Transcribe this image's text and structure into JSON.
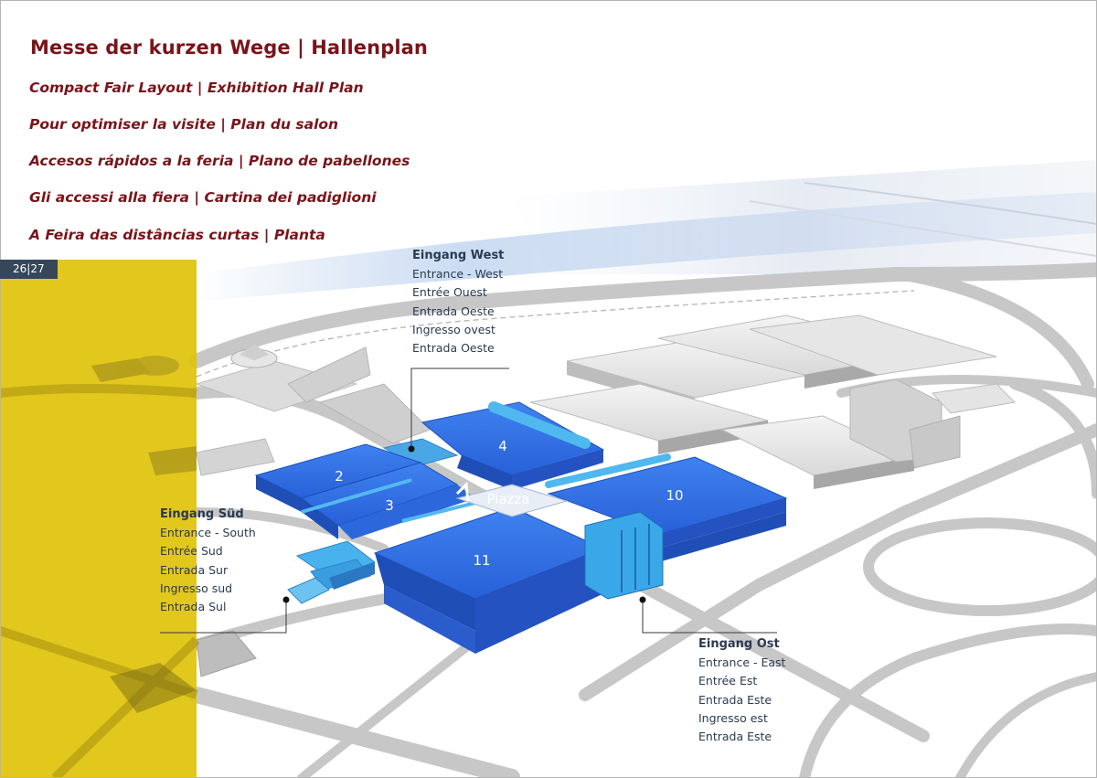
{
  "header": {
    "headline": "Messe der kurzen Wege | Hallenplan",
    "subtitles": [
      "Compact Fair Layout | Exhibition Hall Plan",
      "Pour optimiser la visite | Plan du salon",
      "Accesos rápidos a la feria | Plano de pabellones",
      "Gli accessi alla fiera | Cartina dei padiglioni",
      "A Feira das distâncias curtas | Planta"
    ]
  },
  "page_number": "26|27",
  "halls": {
    "h2": "2",
    "h3": "3",
    "h4": "4",
    "h10": "10",
    "h11": "11",
    "piazza": "Piazza"
  },
  "entrances": {
    "west": {
      "title": "Eingang West",
      "lines": [
        "Entrance - West",
        "Entrée Ouest",
        "Entrada Oeste",
        "Ingresso ovest",
        "Entrada Oeste"
      ]
    },
    "south": {
      "title": "Eingang Süd",
      "lines": [
        "Entrance - South",
        "Entrée Sud",
        "Entrada Sur",
        "Ingresso sud",
        "Entrada Sul"
      ]
    },
    "east": {
      "title": "Eingang Ost",
      "lines": [
        "Entrance - East",
        "Entrée Est",
        "Entrada Este",
        "Ingresso est",
        "Entrada Este"
      ]
    }
  },
  "colors": {
    "title": "#7a1419",
    "hall_blue": "#2a6de0",
    "accent_yellow": "#e0c20a",
    "entrance_text": "#2a3a52",
    "page_badge": "#36475a"
  }
}
